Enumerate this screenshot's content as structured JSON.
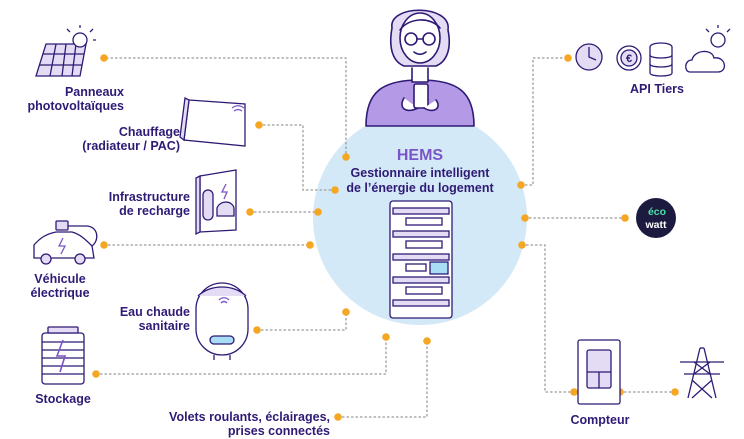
{
  "colors": {
    "navy": "#2f1a75",
    "purple": "#7b55c7",
    "lavender": "#e4dcf5",
    "orange": "#f5a623",
    "hub_fill": "#d4e9f8",
    "ecowatt_bg": "#1d1a3f"
  },
  "hub": {
    "title": "HEMS",
    "subtitle_line1": "Gestionnaire intelligent",
    "subtitle_line2": "de l’énergie du logement",
    "device_icon": "electrical-panel-icon",
    "person_icon": "person-with-phone-icon"
  },
  "nodes": {
    "solar": {
      "line1": "Panneaux",
      "line2": "photovoltaïques",
      "icon": "solar-panel-icon"
    },
    "heating": {
      "line1": "Chauffage",
      "line2": "(radiateur / PAC)",
      "icon": "radiator-icon"
    },
    "charging": {
      "line1": "Infrastructure",
      "line2": "de recharge",
      "icon": "ev-charger-icon"
    },
    "ev": {
      "line1": "Véhicule",
      "line2": "électrique",
      "icon": "electric-car-icon"
    },
    "water": {
      "line1": "Eau chaude",
      "line2": "sanitaire",
      "icon": "water-heater-icon"
    },
    "storage": {
      "line1": "Stockage",
      "icon": "battery-icon"
    },
    "shutters": {
      "line1": "Volets roulants, éclairages,",
      "line2": "prises connectés"
    },
    "api": {
      "line1": "API Tiers",
      "icons": [
        "clock-icon",
        "euro-coin-icon",
        "coin-stack-icon",
        "cloud-sun-icon"
      ]
    },
    "ecowatt": {
      "line1": "éco",
      "line2": "watt",
      "icon": "ecowatt-logo"
    },
    "meter": {
      "line1": "Compteur",
      "icon": "smart-meter-icon"
    },
    "grid": {
      "icon": "power-pylon-icon"
    }
  }
}
